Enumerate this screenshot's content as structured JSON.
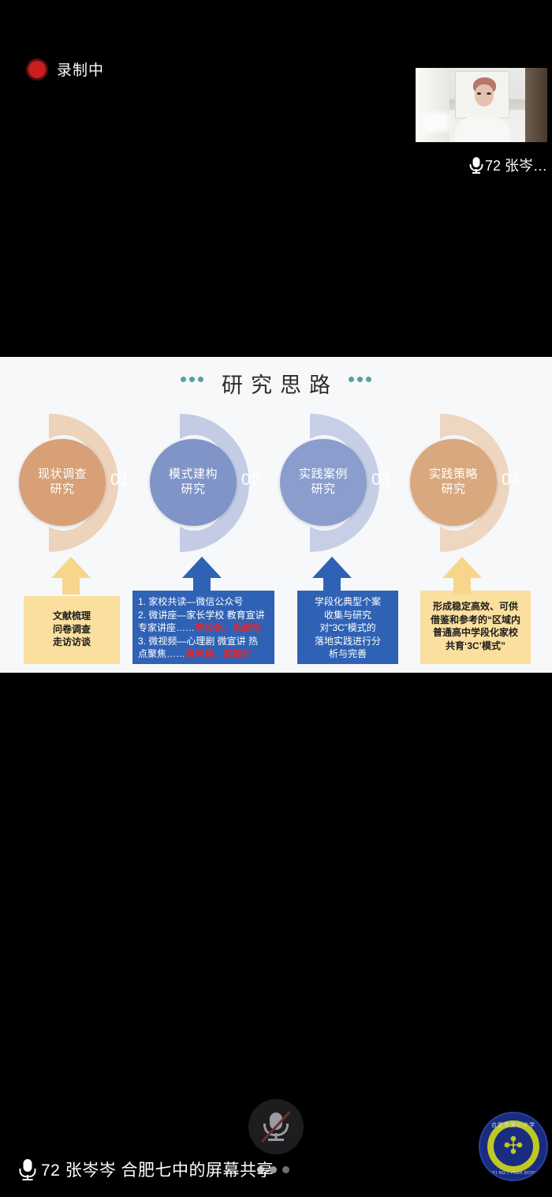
{
  "recording": {
    "label": "录制中",
    "indicator_color": "#cf1d1d"
  },
  "self_view": {
    "participant_label": "72 张岑…",
    "mic_icon": "microphone-icon"
  },
  "shared_slide": {
    "title": "研究思路",
    "title_dot_color": "#56a0a0",
    "steps": [
      {
        "circle_text": "现状调查研究",
        "number": "01",
        "circle_color": "#d7a077",
        "arc_color": "#edd3bb",
        "arrow_color": "#f7d58a",
        "box_style": "yellow",
        "box_lines": [
          "文献梳理",
          "问卷调查",
          "走访访谈"
        ]
      },
      {
        "circle_text": "模式建构研究",
        "number": "02",
        "circle_color": "#8094c8",
        "arc_color": "#c3cce4",
        "arrow_color": "#2f62b4",
        "box_style": "blue",
        "box_lines": [
          "1. 家校共读—微信公众号",
          "2. 微讲座—家长学校 教育宣讲",
          "专家讲座……",
          "3. 微视频—心理剧 微宣讲 热",
          "点聚焦……"
        ],
        "box_highlights": [
          "学段化、系统性",
          "真问题、家探讨"
        ]
      },
      {
        "circle_text": "实践案例研究",
        "number": "03",
        "circle_color": "#8a9dcd",
        "arc_color": "#c6cfe6",
        "arrow_color": "#2f62b4",
        "box_style": "blue-center",
        "box_lines": [
          "学段化典型个案",
          "收集与研究",
          "对“3C”模式的",
          "落地实践进行分",
          "析与完善"
        ]
      },
      {
        "circle_text": "实践策略研究",
        "number": "04",
        "circle_color": "#d9a87f",
        "arc_color": "#eed6c0",
        "arrow_color": "#f7d58a",
        "box_style": "yellow",
        "box_lines": [
          "形成稳定高效、可供",
          "借鉴和参考的“区域内",
          "普通高中学段化家校",
          "共育‘3C’模式”"
        ]
      }
    ]
  },
  "controls": {
    "mute_button_label": "mute-microphone-button"
  },
  "status_bar": {
    "text": "72 张岑岑 合肥七中的屏幕共享",
    "mic_icon": "microphone-icon",
    "loading_dots": 3
  },
  "watermark": {
    "school_name_top": "合肥市第七中学",
    "school_name_bottom": "HEFEI NO.7 HIGH SCHOOL",
    "emblem": "bird-emblem"
  }
}
